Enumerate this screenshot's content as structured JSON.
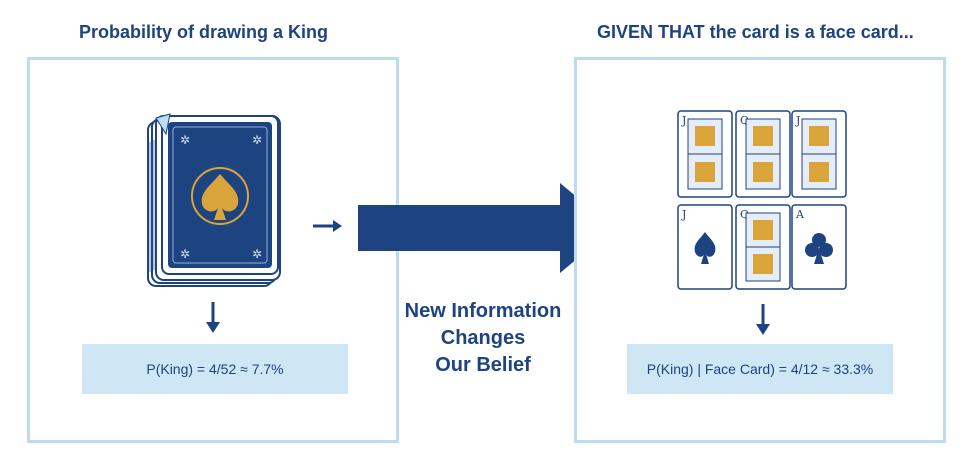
{
  "left": {
    "title": "Probability of drawing a King",
    "probability": "P(King) = 4/52 ≈ 7.7%"
  },
  "right": {
    "title": "GIVEN THAT the card is a face card...",
    "probability": "P(King) | Face Card) = 4/12 ≈ 33.3%",
    "cards_top": [
      "J",
      "Q",
      "J"
    ],
    "cards_bottom": [
      "J",
      "Q",
      "A"
    ]
  },
  "center": {
    "line1": "New Information",
    "line2": "Changes",
    "line3": "Our Belief"
  },
  "colors": {
    "navy": "#1d4380",
    "light_blue": "#bcdcf0",
    "box_fill": "#cfe6f5",
    "gold": "#d9a53a"
  }
}
